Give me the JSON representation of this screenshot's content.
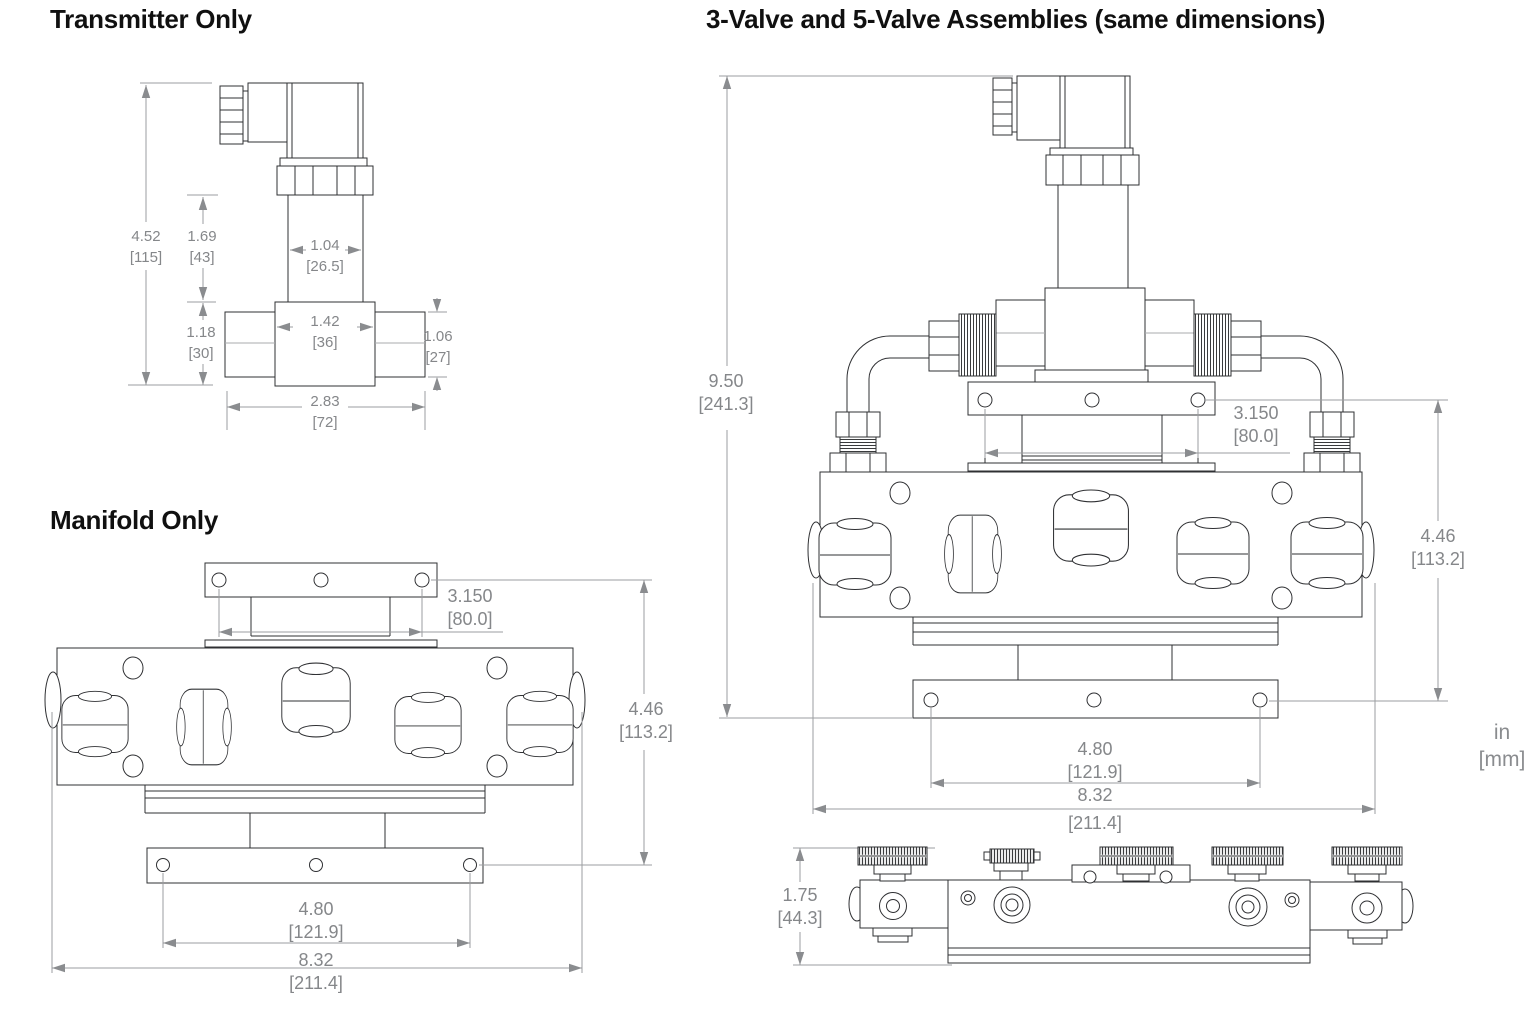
{
  "page": {
    "background": "#ffffff",
    "units_legend": {
      "line1": "in",
      "line2": "[mm]"
    }
  },
  "colors": {
    "drawing_line": "#2f3033",
    "dimension_line": "#9b9da0",
    "dimension_text": "#85878a",
    "title_text": "#101010"
  },
  "sections": {
    "transmitter": {
      "title": "Transmitter Only",
      "dims": {
        "total_height": {
          "in": "4.52",
          "mm": "[115]"
        },
        "upper_height": {
          "in": "1.69",
          "mm": "[43]"
        },
        "neck_width": {
          "in": "1.04",
          "mm": "[26.5]"
        },
        "block_width": {
          "in": "1.42",
          "mm": "[36]"
        },
        "block_height": {
          "in": "1.18",
          "mm": "[30]"
        },
        "port_height": {
          "in": "1.06",
          "mm": "[27]"
        },
        "overall_width": {
          "in": "2.83",
          "mm": "[72]"
        }
      }
    },
    "manifold": {
      "title": "Manifold Only",
      "dims": {
        "mount_hole_spacing": {
          "in": "3.150",
          "mm": "[80.0]"
        },
        "height": {
          "in": "4.46",
          "mm": "[113.2]"
        },
        "base_hole_spacing": {
          "in": "4.80",
          "mm": "[121.9]"
        },
        "overall_width": {
          "in": "8.32",
          "mm": "[211.4]"
        }
      }
    },
    "assembly": {
      "title": "3-Valve and 5-Valve Assemblies (same dimensions)",
      "dims": {
        "total_height": {
          "in": "9.50",
          "mm": "[241.3]"
        },
        "mount_hole_spacing": {
          "in": "3.150",
          "mm": "[80.0]"
        },
        "height": {
          "in": "4.46",
          "mm": "[113.2]"
        },
        "base_hole_spacing": {
          "in": "4.80",
          "mm": "[121.9]"
        },
        "overall_width": {
          "in": "8.32",
          "mm": "[211.4]"
        },
        "profile_height": {
          "in": "1.75",
          "mm": "[44.3]"
        }
      }
    }
  }
}
